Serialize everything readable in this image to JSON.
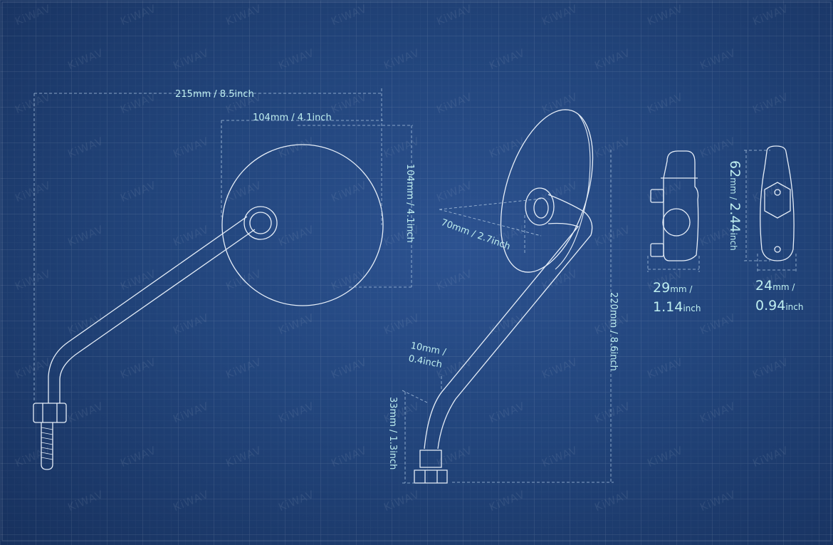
{
  "brand_watermark": "KiWAV",
  "colors": {
    "background": "#22457c",
    "line": "#e6eef8",
    "dimension_line": "#a9c2de",
    "label": "#bfeff0"
  },
  "dimensions": {
    "overall_width": "215mm / 8.5inch",
    "mirror_width": "104mm / 4.1inch",
    "mirror_height": "104mm / 4.1inch",
    "mirror_depth": "70mm / 2.7inch",
    "overall_height": "220mm / 8.6inch",
    "rod_diameter_line1": "10mm /",
    "rod_diameter_line2": "0.4inch",
    "thread_length": "33mm / 1.3inch",
    "clamp_width_value": "29",
    "clamp_width_unit": "mm /",
    "clamp_width_inch_value": "1.14",
    "clamp_width_inch_unit": "inch",
    "clamp_height_value_mm": "62",
    "clamp_height_unit_mm": "mm / ",
    "clamp_height_value_in": "2.44",
    "clamp_height_unit_in": "inch",
    "clamp_depth_value": "24",
    "clamp_depth_unit": "mm /",
    "clamp_depth_inch_value": "0.94",
    "clamp_depth_inch_unit": "inch"
  }
}
